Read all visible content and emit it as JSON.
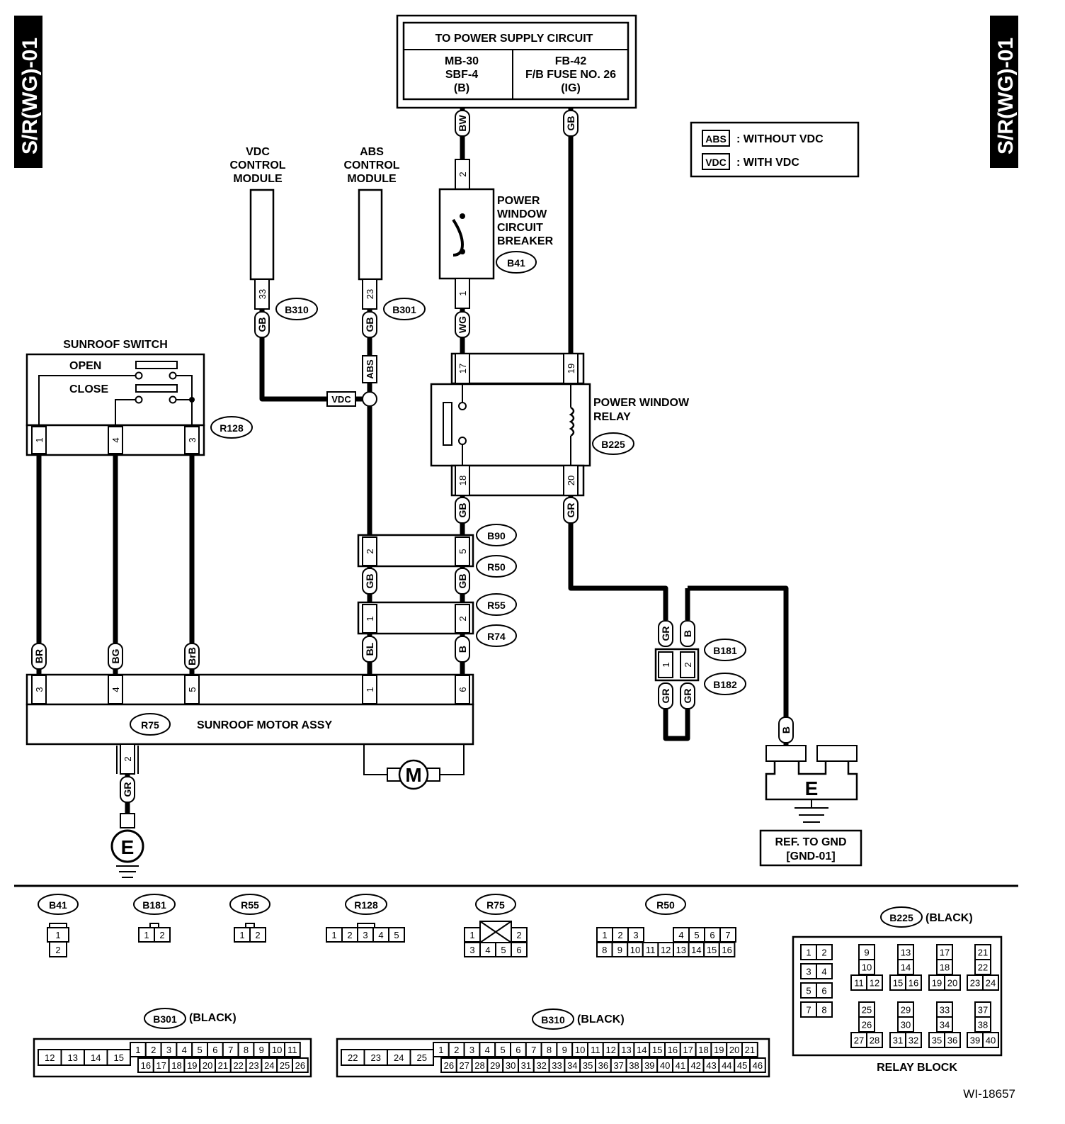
{
  "side_label": "S/R(WG)-01",
  "power_supply": {
    "title": "TO POWER SUPPLY CIRCUIT",
    "left": [
      "MB-30",
      "SBF-4",
      "(B)"
    ],
    "right": [
      "FB-42",
      "F/B FUSE NO. 26",
      "(IG)"
    ]
  },
  "legend": [
    {
      "code": "ABS",
      "text": ": WITHOUT VDC"
    },
    {
      "code": "VDC",
      "text": ": WITH VDC"
    }
  ],
  "modules": {
    "vdc": [
      "VDC",
      "CONTROL",
      "MODULE"
    ],
    "abs": [
      "ABS",
      "CONTROL",
      "MODULE"
    ]
  },
  "breaker": {
    "lines": [
      "POWER",
      "WINDOW",
      "CIRCUIT",
      "BREAKER"
    ],
    "connector": "B41"
  },
  "relay": {
    "lines": [
      "POWER WINDOW",
      "RELAY"
    ],
    "connector": "B225"
  },
  "switch": {
    "title": "SUNROOF SWITCH",
    "open": "OPEN",
    "close": "CLOSE",
    "connector": "R128"
  },
  "motor": {
    "title": "SUNROOF MOTOR ASSY",
    "connector": "R75",
    "symbol": "M"
  },
  "ground": {
    "symbol": "E",
    "ref": [
      "REF. TO GND",
      "[GND-01]"
    ]
  },
  "connectors_top": [
    "B310",
    "B301",
    "B90",
    "R50",
    "R55",
    "R74",
    "B181",
    "B182"
  ],
  "wires": {
    "bw": "BW",
    "gb_ig": "GB",
    "wg": "WG",
    "gb_vdc": "GB",
    "gb_abs": "GB",
    "abs_tag": "ABS",
    "vdc_tag": "VDC",
    "gb_18": "GB",
    "gr_20": "GR",
    "gb_l": "GB",
    "gb_r": "GB",
    "bl": "BL",
    "b_6": "B",
    "br": "BR",
    "bg": "BG",
    "brb": "BrB",
    "gr_m": "GR",
    "gr_181": "GR",
    "b_181": "B",
    "gr_182a": "GR",
    "gr_182b": "GR",
    "b_gnd": "B"
  },
  "pins": {
    "breaker_top": "2",
    "breaker_bot": "1",
    "b310": "33",
    "b301": "23",
    "relay_17": "17",
    "relay_19": "19",
    "relay_18": "18",
    "relay_20": "20",
    "b90_l": "2",
    "b90_r": "5",
    "r55_l": "1",
    "r55_r": "2",
    "sw_1": "1",
    "sw_4": "4",
    "sw_3": "3",
    "m_3": "3",
    "m_4": "4",
    "m_5": "5",
    "m_1": "1",
    "m_6": "6",
    "m_2": "2",
    "b181_1": "1",
    "b181_2": "2"
  },
  "bottom_connectors": {
    "b41": {
      "name": "B41",
      "pins": [
        "1",
        "2"
      ]
    },
    "b181": {
      "name": "B181",
      "pins": [
        "1",
        "2"
      ]
    },
    "r55": {
      "name": "R55",
      "pins": [
        "1",
        "2"
      ]
    },
    "r128": {
      "name": "R128",
      "pins": [
        "1",
        "2",
        "3",
        "4",
        "5"
      ]
    },
    "r75": {
      "name": "R75",
      "pins": [
        "1",
        "2",
        "3",
        "4",
        "5",
        "6"
      ]
    },
    "r50": {
      "name": "R50",
      "pins": [
        "1",
        "2",
        "3",
        "4",
        "5",
        "6",
        "7",
        "8",
        "9",
        "10",
        "11",
        "12",
        "13",
        "14",
        "15",
        "16"
      ]
    },
    "b225": {
      "name": "B225",
      "color": "(BLACK)",
      "caption": "RELAY BLOCK",
      "pins": [
        "1",
        "2",
        "3",
        "4",
        "5",
        "6",
        "7",
        "8",
        "9",
        "10",
        "11",
        "12",
        "13",
        "14",
        "15",
        "16",
        "17",
        "18",
        "19",
        "20",
        "21",
        "22",
        "23",
        "24",
        "25",
        "26",
        "27",
        "28",
        "29",
        "30",
        "31",
        "32",
        "33",
        "34",
        "35",
        "36",
        "37",
        "38",
        "39",
        "40"
      ]
    },
    "b301": {
      "name": "B301",
      "color": "(BLACK)",
      "pins": [
        "12",
        "13",
        "14",
        "15",
        "1",
        "2",
        "3",
        "4",
        "5",
        "6",
        "7",
        "8",
        "9",
        "10",
        "11",
        "16",
        "17",
        "18",
        "19",
        "20",
        "21",
        "22",
        "23",
        "24",
        "25",
        "26"
      ]
    },
    "b310": {
      "name": "B310",
      "color": "(BLACK)",
      "pins": [
        "22",
        "23",
        "24",
        "25",
        "1",
        "2",
        "3",
        "4",
        "5",
        "6",
        "7",
        "8",
        "9",
        "10",
        "11",
        "12",
        "13",
        "14",
        "15",
        "16",
        "17",
        "18",
        "19",
        "20",
        "21",
        "26",
        "27",
        "28",
        "29",
        "30",
        "31",
        "32",
        "33",
        "34",
        "35",
        "36",
        "37",
        "38",
        "39",
        "40",
        "41",
        "42",
        "43",
        "44",
        "45",
        "46"
      ]
    }
  },
  "figure_id": "WI-18657"
}
